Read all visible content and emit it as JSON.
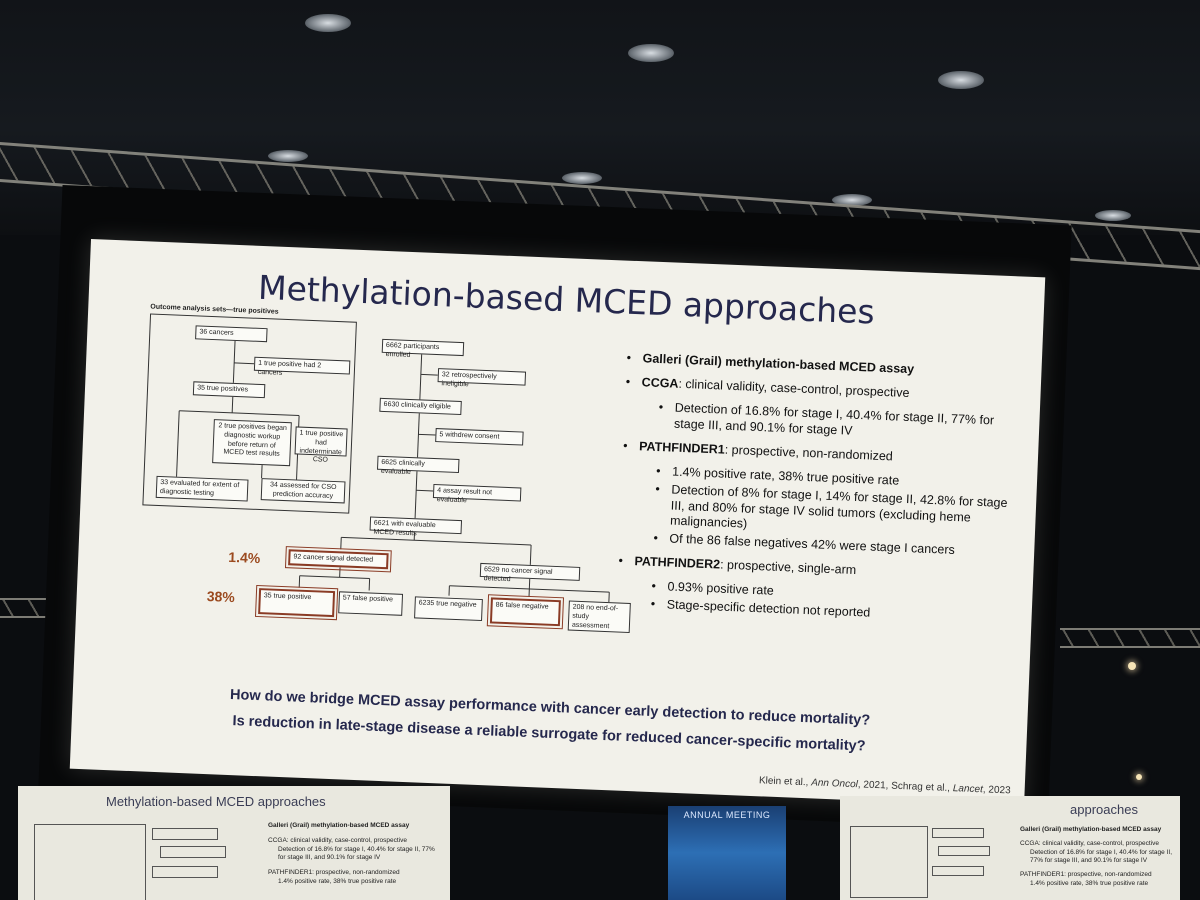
{
  "slide": {
    "title": "Methylation-based MCED approaches",
    "flowchart": {
      "heading": "Outcome analysis sets—true positives",
      "left_panel": {
        "box_36": "36 cancers",
        "box_1tp2": "1 true positive had 2 cancers",
        "box_35tp": "35 true positives",
        "box_2tp": "2 true positives began diagnostic workup before return of MCED test results",
        "box_1ind": "1 true positive had indeterminate CSO",
        "box_33": "33 evaluated for extent of diagnostic testing",
        "box_34": "34 assessed for CSO prediction accuracy"
      },
      "main": {
        "enrolled": "6662 participants enrolled",
        "retro": "32 retrospectively ineligible",
        "eligible": "6630 clinically eligible",
        "withdrew": "5 withdrew consent",
        "evaluable": "6625 clinically evaluable",
        "assay_ne": "4 assay result not evaluable",
        "with_mced": "6621 with evaluable MCED results",
        "signal": "92 cancer signal detected",
        "no_signal": "6529 no cancer signal detected",
        "tp": "35 true positive",
        "fp": "57 false positive",
        "tn": "6235 true negative",
        "fn": "86 false negative",
        "no_end": "208 no end-of-study assessment"
      },
      "pct_signal": "1.4%",
      "pct_tp": "38%"
    },
    "bullets": [
      {
        "head": "Galleri (Grail) methylation-based MCED assay",
        "rest": "",
        "subs": []
      },
      {
        "head": "CCGA",
        "rest": ": clinical validity, case-control, prospective",
        "subs": [
          "Detection of 16.8% for stage I, 40.4% for stage II, 77% for stage III, and 90.1% for stage IV"
        ]
      },
      {
        "head": "PATHFINDER1",
        "rest": ": prospective, non-randomized",
        "subs": [
          "1.4% positive rate, 38% true positive rate",
          "Detection of 8% for stage I, 14% for stage II, 42.8% for stage III, and 80% for stage IV solid tumors (excluding heme malignancies)",
          "Of the 86 false negatives 42% were stage I cancers"
        ]
      },
      {
        "head": "PATHFINDER2",
        "rest": ": prospective, single-arm",
        "subs": [
          "0.93% positive rate",
          "Stage-specific detection not reported"
        ]
      }
    ],
    "questions": [
      "How do we bridge MCED assay performance with cancer early detection to reduce mortality?",
      "Is reduction in late-stage disease a reliable surrogate for reduced cancer-specific mortality?"
    ],
    "citation": {
      "pre": "Klein et al., ",
      "j1": "Ann Oncol",
      "mid": ", 2021, Schrag et al., ",
      "j2": "Lancet",
      "post": ", 2023"
    }
  },
  "side_monitors": {
    "left_title": "Methylation-based MCED approaches",
    "right_title": "approaches",
    "center_banner": "ANNUAL MEETING",
    "lines": [
      "Galleri (Grail) methylation-based MCED assay",
      "CCGA: clinical validity, case-control, prospective",
      "Detection of 16.8% for stage I, 40.4% for stage II, 77% for stage III, and 90.1% for stage IV",
      "PATHFINDER1: prospective, non-randomized",
      "1.4% positive rate, 38% true positive rate"
    ]
  },
  "colors": {
    "title": "#25284d",
    "highlight_box": "#8a3b25",
    "percent_label": "#9b4a1f",
    "slide_bg": "#f2f1ea"
  }
}
